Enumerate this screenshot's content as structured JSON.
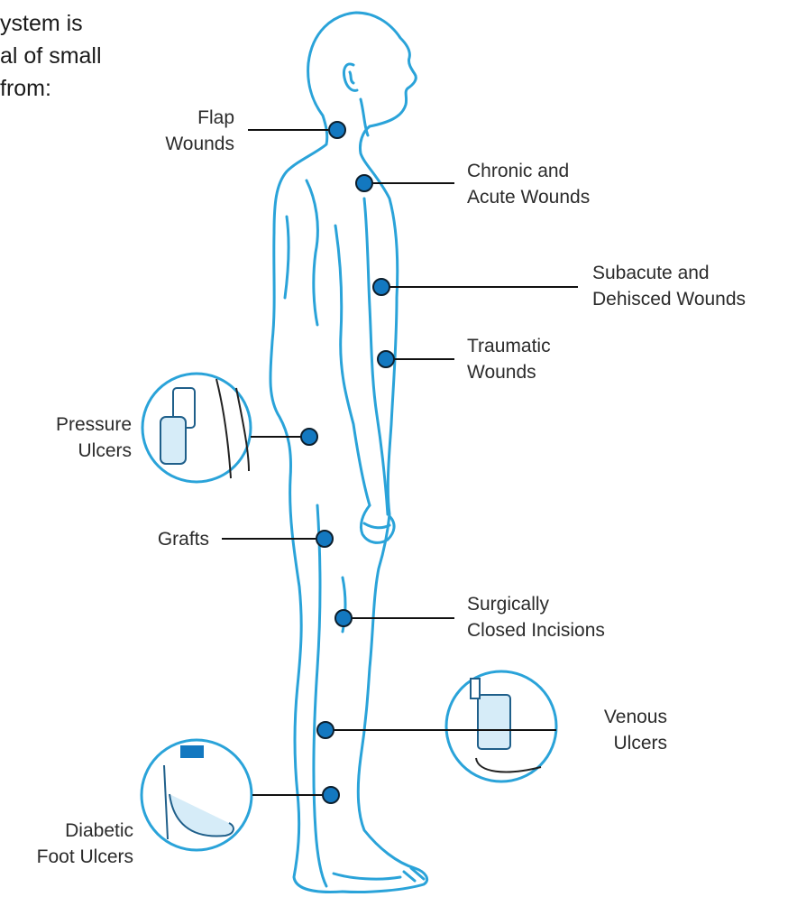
{
  "intro": {
    "line1": "ystem is",
    "line2": "al of small",
    "line3": "from:"
  },
  "labels": {
    "flap": {
      "line1": "Flap",
      "line2": "Wounds"
    },
    "chronic": {
      "line1": "Chronic and",
      "line2": "Acute Wounds"
    },
    "subacute": {
      "line1": "Subacute and",
      "line2": "Dehisced Wounds"
    },
    "traumatic": {
      "line1": "Traumatic",
      "line2": "Wounds"
    },
    "pressure": {
      "line1": "Pressure",
      "line2": "Ulcers"
    },
    "grafts": {
      "line1": "Grafts"
    },
    "surgical": {
      "line1": "Surgically",
      "line2": "Closed Incisions"
    },
    "venous": {
      "line1": "Venous",
      "line2": "Ulcers"
    },
    "diabetic": {
      "line1": "Diabetic",
      "line2": "Foot Ulcers"
    }
  },
  "colors": {
    "outline": "#2aa3d9",
    "marker": "#1378c0",
    "marker_stroke": "#0d1f2d",
    "leader": "#111111"
  }
}
